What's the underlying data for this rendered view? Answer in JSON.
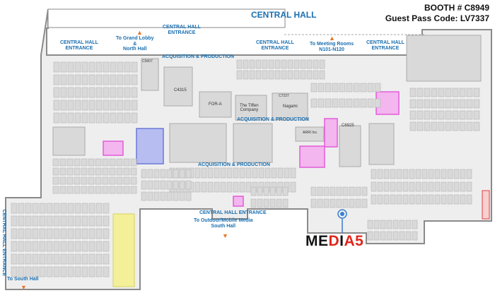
{
  "header": {
    "hall_title": "CENTRAL HALL",
    "booth_line": "BOOTH # C8949",
    "guest_pass_line": "Guest Pass Code: LV7337"
  },
  "entrances": {
    "top_left": "CENTRAL HALL\nENTRANCE",
    "top_mid": "CENTRAL HALL\nENTRANCE",
    "top_center": "CENTRAL HALL\nENTRANCE",
    "top_right": "CENTRAL HALL\nENTRANCE",
    "bottom": "CENTRAL HALL ENTRANCE",
    "side_left": "CENTRAL HALL ENTRANCE"
  },
  "directions": {
    "grand_lobby": "To Grand Lobby\n&\nNorth Hall",
    "meeting_rooms": "To Meeting Rooms\nN101-N120",
    "outdoor_media": "To Outdoor/Mobile Media\nSouth Hall",
    "south_hall": "To South Hall"
  },
  "zones": {
    "acq1": "ACQUISITION & PRODUCTION",
    "acq2": "ACQUISITION & PRODUCTION",
    "acq3": "ACQUISITION & PRODUCTION"
  },
  "booths": {
    "c5607": "C5607",
    "c4315": "C4315",
    "c6925": "C6925",
    "fora": "FOR-A",
    "tiffen": "The Tiffen\nCompany",
    "nagami": "Nagami",
    "arri": "ARRI Inc.",
    "c7237": "C7237"
  },
  "highlight": {
    "booth_code": "C8949",
    "marker_color": "#3a7fd0"
  },
  "logo": {
    "part1": "ME",
    "part2": "D",
    "part3": "I",
    "part4": "A5",
    "brand_red": "#e1261c"
  },
  "colors": {
    "floor": "#eeeeee",
    "booth": "#d9d9d9",
    "booth_dark": "#c4c4c4",
    "wall": "#8a8a8a",
    "text_blue": "#1a6fb0",
    "arrow": "#e8782a",
    "pink": "#e35bd8",
    "blue_booth": "#6a78d8",
    "yellow": "#f4f09a"
  }
}
